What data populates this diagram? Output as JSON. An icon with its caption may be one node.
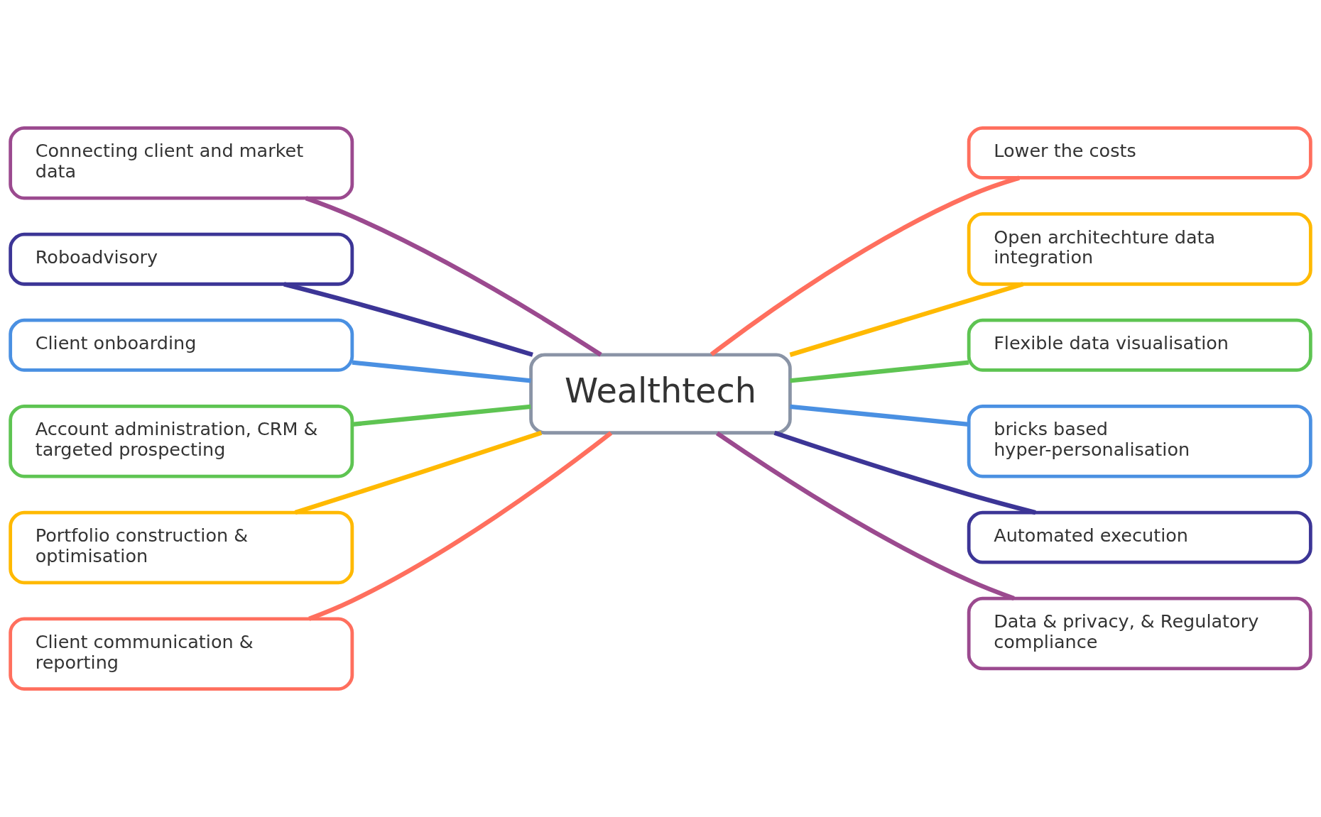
{
  "diagram": {
    "nodes": [
      {
        "text": [
          "Wealthtech"
        ]
      },
      {
        "text": [
          "Connecting client and market data"
        ]
      },
      {
        "text": [
          "Roboadvisory"
        ]
      },
      {
        "text": [
          "Client onboarding"
        ]
      },
      {
        "text": [
          "Account administration, CRM & targeted prospecting"
        ]
      },
      {
        "text": [
          "Portfolio construction & optimisation"
        ]
      },
      {
        "text": [
          "Client communication & reporting"
        ]
      },
      {
        "text": [
          "Lower the costs"
        ]
      },
      {
        "text": [
          "Open architechture data integration"
        ]
      },
      {
        "text": [
          "Flexible data visualisation"
        ]
      },
      {
        "text": [
          "bricks based hyper-personalisation"
        ]
      },
      {
        "text": [
          "Automated execution"
        ]
      },
      {
        "text": [
          "Data & privacy, & Regulatory compliance"
        ]
      }
    ],
    "edges": [
      {
        "from": 1,
        "to": 0,
        "arrow": "none",
        "color": "#9b4a8f"
      },
      {
        "from": 2,
        "to": 0,
        "arrow": "none",
        "color": "#3c3596"
      },
      {
        "from": 3,
        "to": 0,
        "arrow": "none",
        "color": "#4a90e2"
      },
      {
        "from": 4,
        "to": 0,
        "arrow": "none",
        "color": "#5ec452"
      },
      {
        "from": 5,
        "to": 0,
        "arrow": "none",
        "color": "#ffb900"
      },
      {
        "from": 6,
        "to": 0,
        "arrow": "none",
        "color": "#ff6f5e"
      },
      {
        "from": 0,
        "to": 7,
        "arrow": "none",
        "color": "#ff6f5e"
      },
      {
        "from": 0,
        "to": 8,
        "arrow": "none",
        "color": "#ffb900"
      },
      {
        "from": 0,
        "to": 9,
        "arrow": "none",
        "color": "#5ec452"
      },
      {
        "from": 0,
        "to": 10,
        "arrow": "none",
        "color": "#4a90e2"
      },
      {
        "from": 0,
        "to": 11,
        "arrow": "none",
        "color": "#3c3596"
      },
      {
        "from": 0,
        "to": 12,
        "arrow": "none",
        "color": "#9b4a8f"
      }
    ]
  }
}
